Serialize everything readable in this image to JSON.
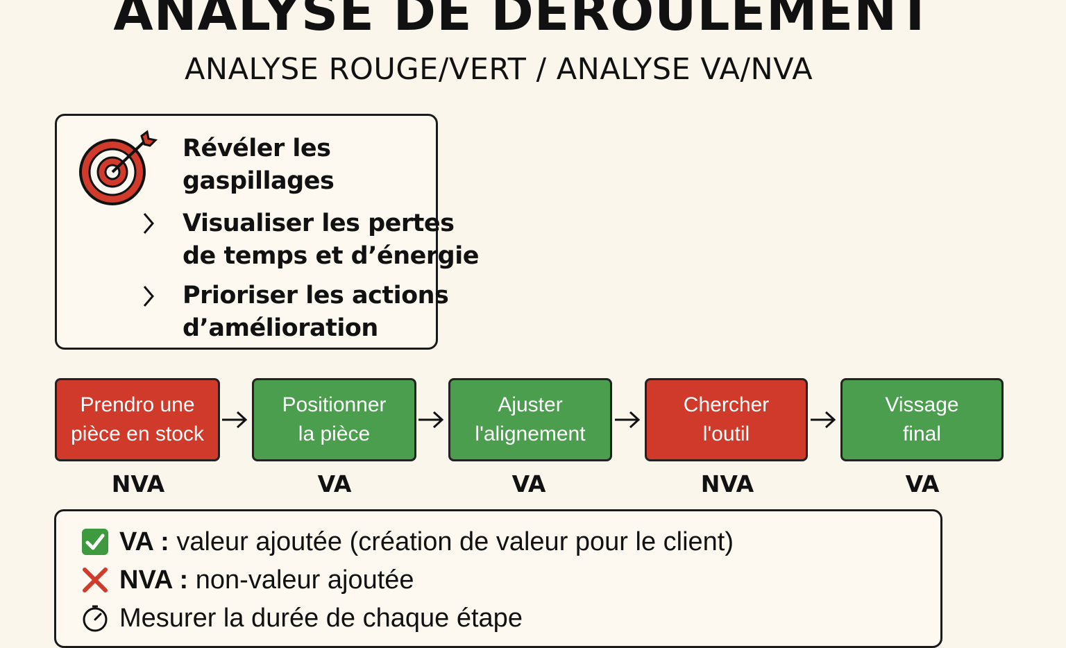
{
  "title": "ANALYSE DE DÉROULEMENT",
  "subtitle": "ANALYSE ROUGE/VERT / ANALYSE VA/NVA",
  "objectives": [
    {
      "line1": "Révéler les",
      "line2": "gaspillages",
      "icon": "target-icon"
    },
    {
      "line1": "Visualiser les pertes",
      "line2": "de temps et d’énergie",
      "icon": "chevron-right-icon"
    },
    {
      "line1": "Prioriser les actions",
      "line2": "d’amélioration",
      "icon": "chevron-right-icon"
    }
  ],
  "steps": [
    {
      "label": "Prendro une\npièce en stock",
      "type": "NVA",
      "color": "#cf3a2a"
    },
    {
      "label": "Positionner\nla pièce",
      "type": "VA",
      "color": "#4c9e4f"
    },
    {
      "label": "Ajuster\nl'alignement",
      "type": "VA",
      "color": "#4c9e4f"
    },
    {
      "label": "Chercher\nl'outil",
      "type": "NVA",
      "color": "#cf3a2a"
    },
    {
      "label": "Vissage\nfinal",
      "type": "VA",
      "color": "#4c9e4f"
    }
  ],
  "legend": [
    {
      "term": "VA :",
      "text": " valeur ajoutée (création de valeur pour le client)",
      "icon": "check-box-icon"
    },
    {
      "term": "NVA :",
      "text": " non-valeur ajoutée",
      "icon": "cross-icon"
    },
    {
      "term": "",
      "text": "Mesurer la durée de chaque étape",
      "icon": "stopwatch-icon"
    }
  ],
  "colors": {
    "nva": "#cf3a2a",
    "va": "#4c9e4f",
    "background": "#fbf6ec"
  }
}
